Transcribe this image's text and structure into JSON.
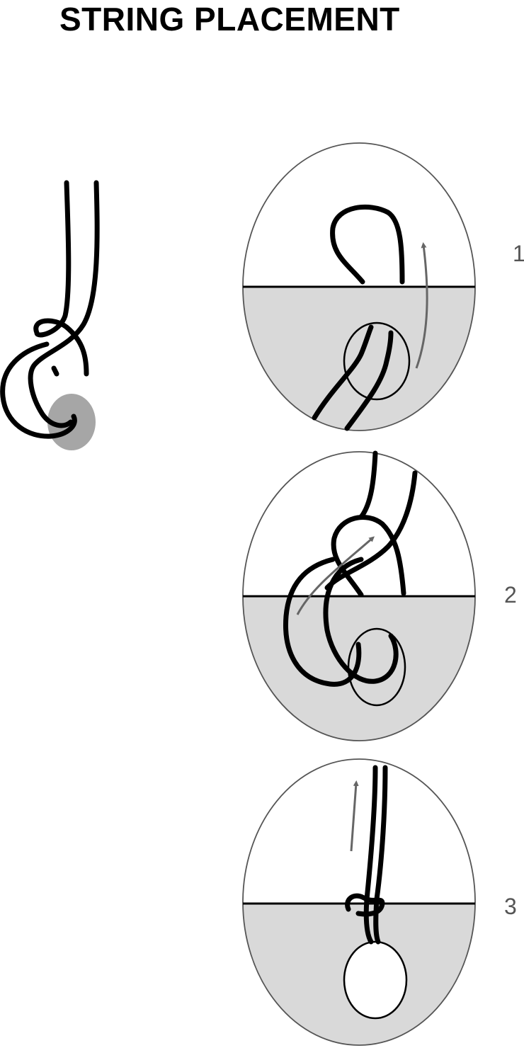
{
  "title": "STRING PLACEMENT",
  "steps": [
    {
      "number": "1"
    },
    {
      "number": "2"
    },
    {
      "number": "3"
    }
  ],
  "colors": {
    "string": "#000000",
    "surface_fill": "#d9d9d9",
    "arrow": "#666666",
    "disc": "#a6a6a6",
    "outline": "#555555"
  }
}
